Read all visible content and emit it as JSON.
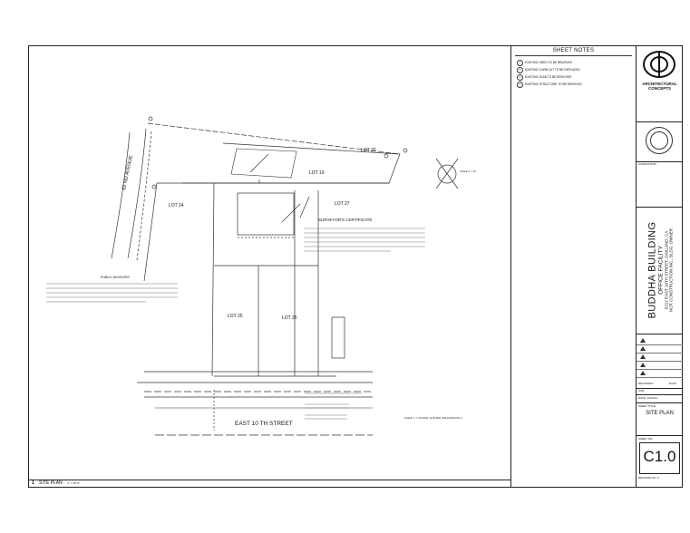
{
  "drawing": {
    "street_name_side": "52 ND AVENUE",
    "street_name_bottom": "EAST 10 TH STREET",
    "lots": [
      "LOT 20",
      "LOT 19",
      "LOT 24",
      "LOT 27",
      "LOT 25",
      "LOT 26"
    ],
    "surveyors_certificate_title": "SURVEYOR'S CERTIFICATE",
    "public_advisory_title": "PUBLIC ADVISORY",
    "north_scale": "SCALE 1\" = 10'",
    "scale_note": "SCALE: 1\" = 10' DATE: 11-06-2011 JOB 24-0076-071-1",
    "view_number": "1",
    "view_title": "SITE PLAN",
    "view_scale": "1\" = 10'-0\""
  },
  "sheet_notes": {
    "title": "SHEET NOTES",
    "items": [
      {
        "num": "1",
        "text": "EXISTING SHED TO BE REMOVED"
      },
      {
        "num": "2",
        "text": "EXISTING CURB CUT TO BE REPLACED"
      },
      {
        "num": "3",
        "text": "EXISTING SLAB TO BE REMOVED"
      },
      {
        "num": "4",
        "text": "EXISTING STRUCTURE TO BE REMOVED"
      }
    ]
  },
  "title_block": {
    "firm_name_line1": "ARCHITECTURAL",
    "firm_name_line2": "CONCEPTS",
    "consultant_label": "CONSULTANT:",
    "project_name": "BUDDHA BUILDING",
    "project_type": "OFFICE FACILITY",
    "project_address": "5212 EAST 10TH STREET, OAKLAND, CA",
    "project_owner": "NCR CONSTRUCTION INC., BLDG. OWNER",
    "revisions_label": "REVISIONS",
    "date_label": "DATE",
    "job_label": "JOB:",
    "date_value": "DATE: 12/10/14",
    "sheet_title_label": "SHEET TITLE:",
    "sheet_title": "SITE PLAN",
    "sheet_no_label": "SHEET NO.:",
    "sheet_no": "C1.0",
    "revision_no": "REVISION NO. 0"
  }
}
